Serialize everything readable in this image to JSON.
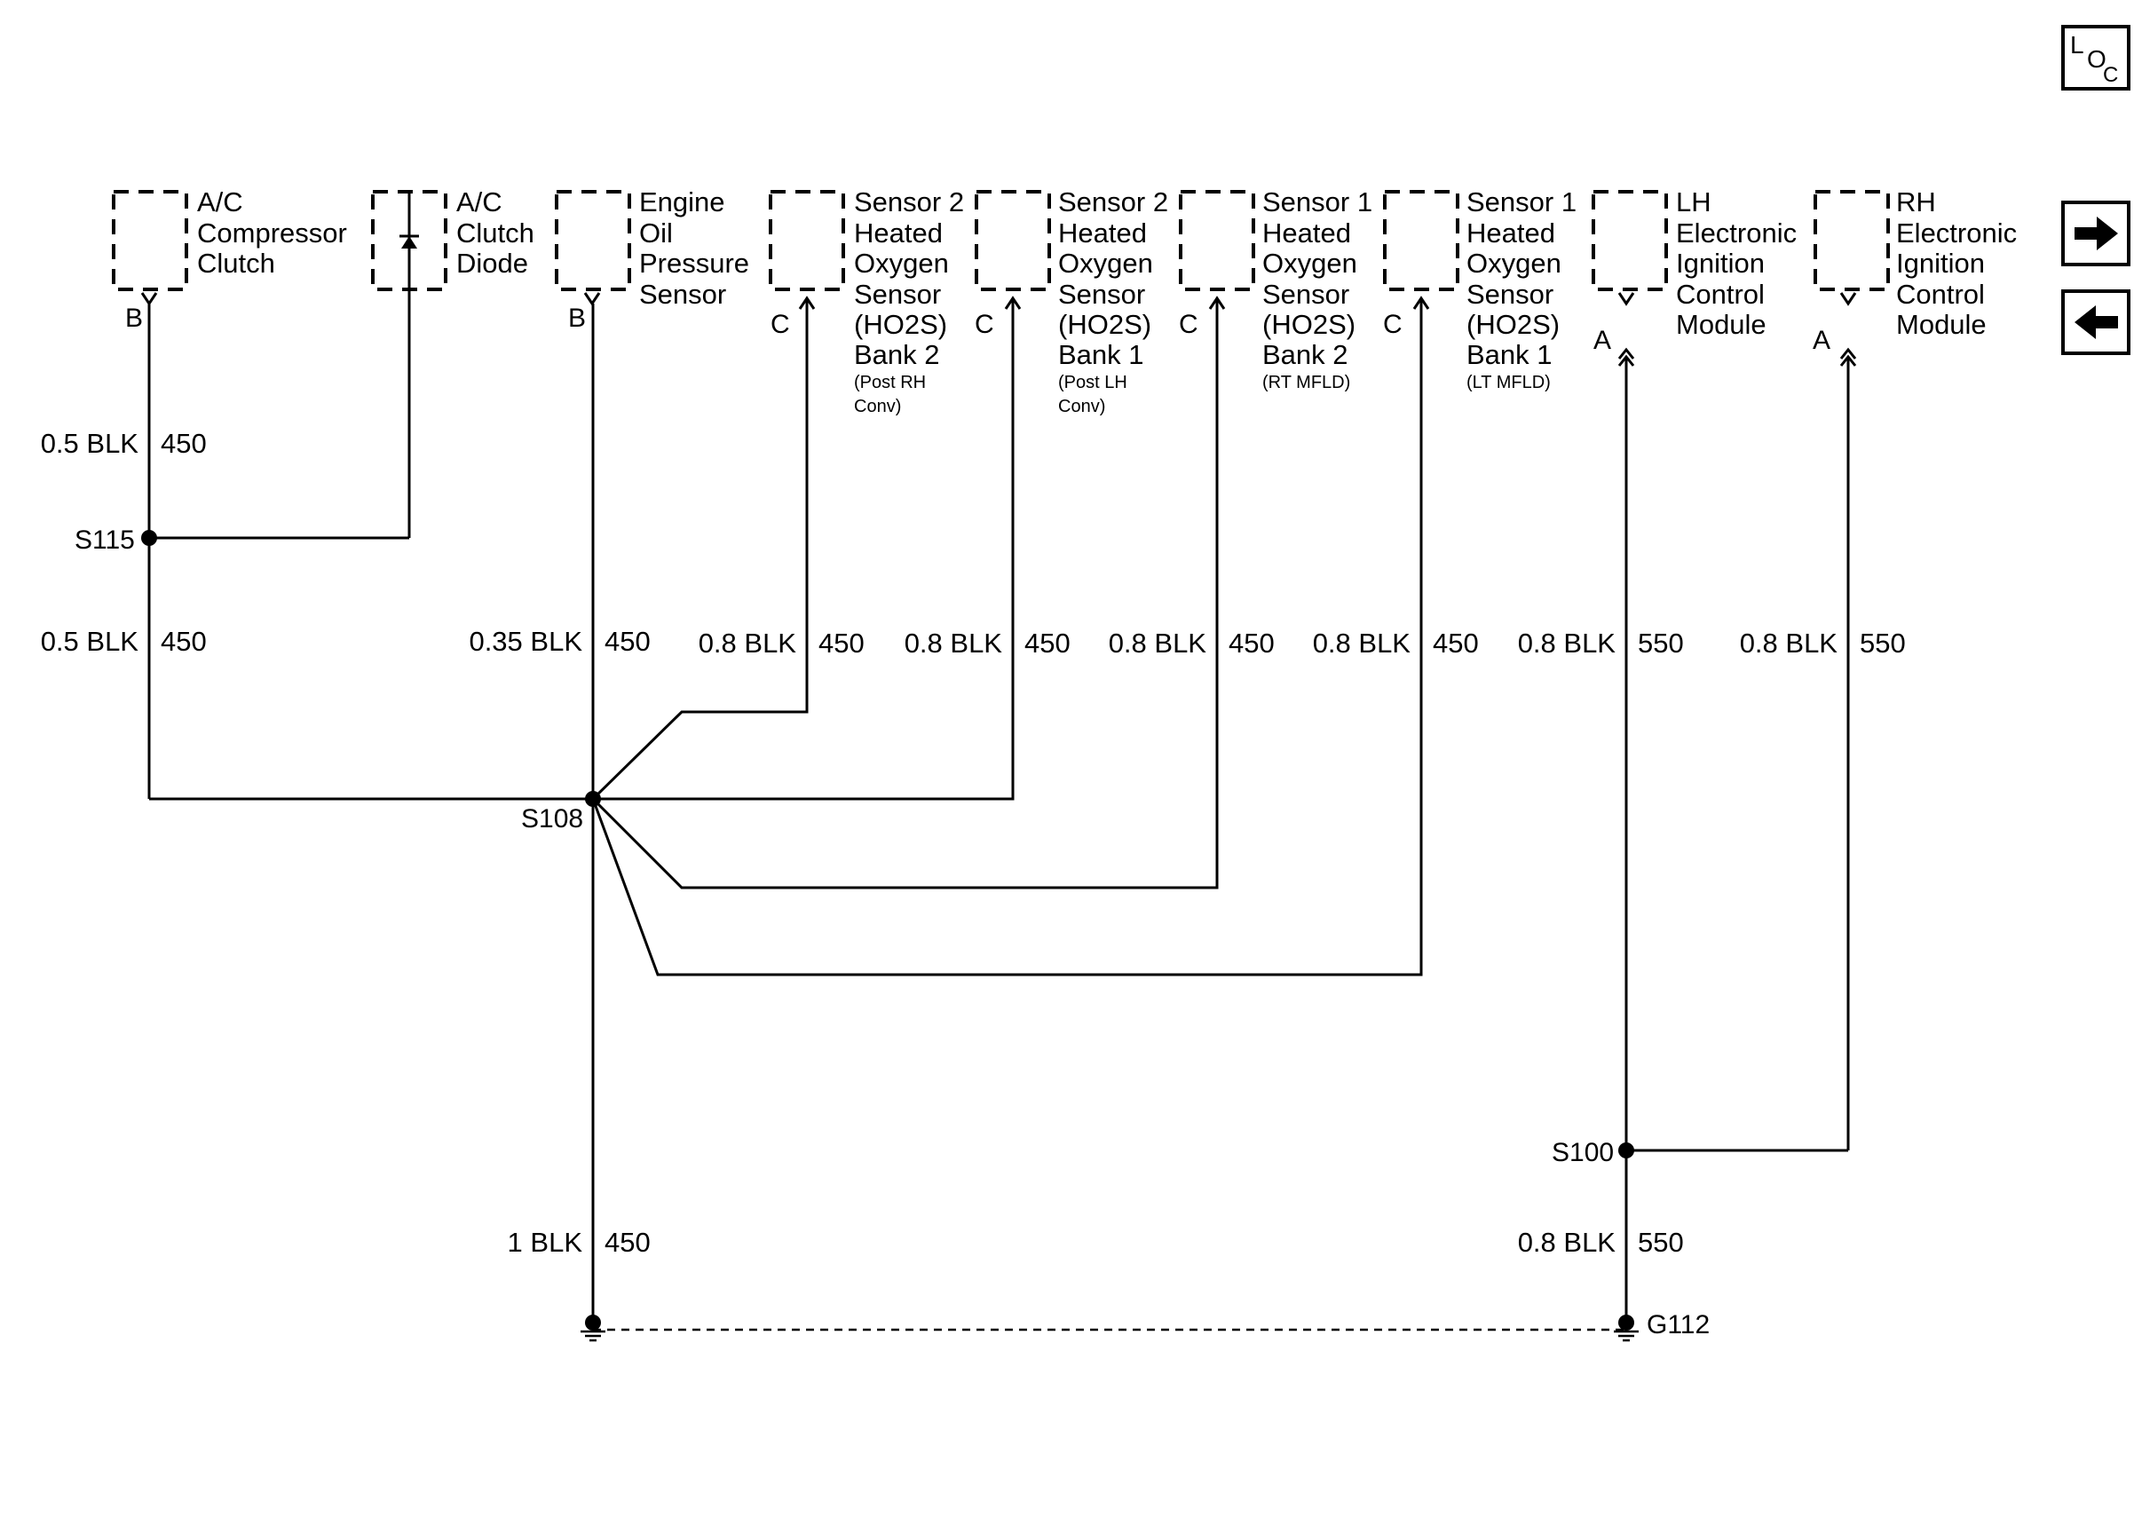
{
  "components": {
    "ac_compressor_clutch": {
      "lines": [
        "A/C",
        "Compressor",
        "Clutch"
      ],
      "pin": "B"
    },
    "ac_clutch_diode": {
      "lines": [
        "A/C",
        "Clutch",
        "Diode"
      ]
    },
    "engine_oil_pressure_sensor": {
      "lines": [
        "Engine",
        "Oil",
        "Pressure",
        "Sensor"
      ],
      "pin": "B"
    },
    "ho2s_s2_b2": {
      "lines": [
        "Sensor 2",
        "Heated",
        "Oxygen",
        "Sensor",
        "(HO2S)",
        "Bank 2"
      ],
      "small": [
        "(Post RH",
        "Conv)"
      ],
      "pin": "C"
    },
    "ho2s_s2_b1": {
      "lines": [
        "Sensor 2",
        "Heated",
        "Oxygen",
        "Sensor",
        "(HO2S)",
        "Bank 1"
      ],
      "small": [
        "(Post LH",
        "Conv)"
      ],
      "pin": "C"
    },
    "ho2s_s1_b2": {
      "lines": [
        "Sensor 1",
        "Heated",
        "Oxygen",
        "Sensor",
        "(HO2S)",
        "Bank 2"
      ],
      "small": [
        "(RT MFLD)"
      ],
      "pin": "C"
    },
    "ho2s_s1_b1": {
      "lines": [
        "Sensor 1",
        "Heated",
        "Oxygen",
        "Sensor",
        "(HO2S)",
        "Bank 1"
      ],
      "small": [
        "(LT MFLD)"
      ],
      "pin": "C"
    },
    "lh_eicm": {
      "lines": [
        "LH",
        "Electronic",
        "Ignition",
        "Control",
        "Module"
      ],
      "pin": "A"
    },
    "rh_eicm": {
      "lines": [
        "RH",
        "Electronic",
        "Ignition",
        "Control",
        "Module"
      ],
      "pin": "A"
    }
  },
  "wires": {
    "ac_top": {
      "size": "0.5 BLK",
      "circuit": "450"
    },
    "ac_bottom": {
      "size": "0.5 BLK",
      "circuit": "450"
    },
    "oil": {
      "size": "0.35 BLK",
      "circuit": "450"
    },
    "s2b2": {
      "size": "0.8 BLK",
      "circuit": "450"
    },
    "s2b1": {
      "size": "0.8 BLK",
      "circuit": "450"
    },
    "s1b2": {
      "size": "0.8 BLK",
      "circuit": "450"
    },
    "s1b1": {
      "size": "0.8 BLK",
      "circuit": "450"
    },
    "lh": {
      "size": "0.8 BLK",
      "circuit": "550"
    },
    "rh": {
      "size": "0.8 BLK",
      "circuit": "550"
    },
    "ground_left": {
      "size": "1 BLK",
      "circuit": "450"
    },
    "ground_right": {
      "size": "0.8 BLK",
      "circuit": "550"
    }
  },
  "splices": {
    "s115": "S115",
    "s108": "S108",
    "s100": "S100"
  },
  "ground": {
    "label": "G112"
  },
  "loc_icon": {
    "top": "L",
    "mid": "O",
    "bottom": "C"
  },
  "icons": {
    "next": "arrow-right-icon",
    "prev": "arrow-left-icon",
    "location": "loc-icon"
  }
}
